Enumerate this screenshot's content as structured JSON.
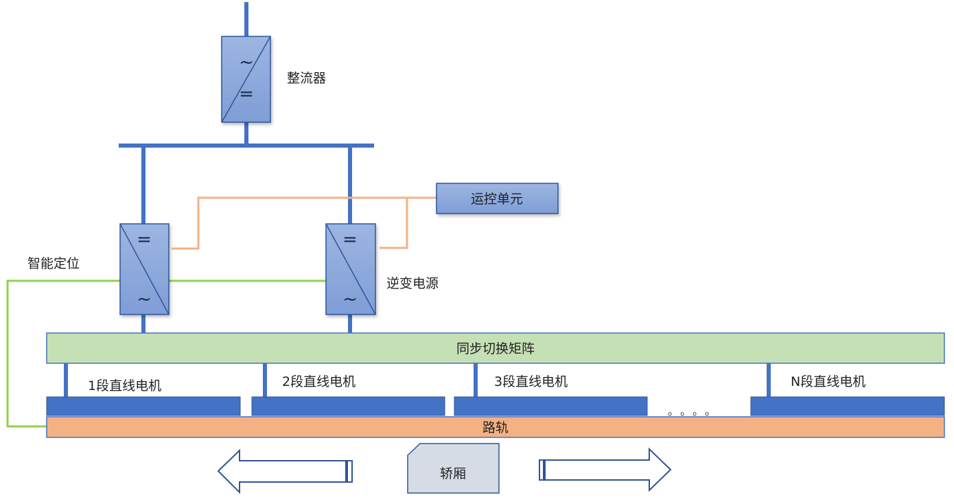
{
  "labels": {
    "rectifier": "整流器",
    "control_unit": "运控单元",
    "smart_positioning": "智能定位",
    "inverter": "逆变电源",
    "switch_matrix": "同步切换矩阵",
    "motor_1": "1段直线电机",
    "motor_2": "2段直线电机",
    "motor_3": "3段直线电机",
    "motor_n": "N段直线电机",
    "track": "路轨",
    "car": "轿厢",
    "ellipsis": "。。。。"
  },
  "symbols": {
    "ac": "~",
    "dc": "="
  },
  "colors": {
    "power_line": "#4472c4",
    "converter_fill": "#8faadc",
    "control_line": "#f4b183",
    "positioning_line": "#92d050",
    "matrix_fill": "#c5e0b4",
    "track_fill": "#f4b183",
    "motor_fill": "#4472c4",
    "car_fill": "#d6dce5",
    "arrow_outline": "#2f5597"
  }
}
